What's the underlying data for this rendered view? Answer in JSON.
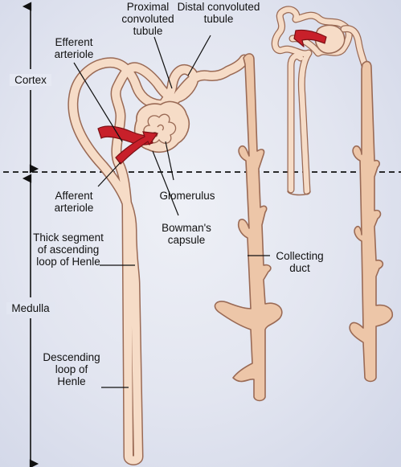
{
  "regions": {
    "cortex": "Cortex",
    "medulla": "Medulla"
  },
  "labels": {
    "proximal_tubule": [
      "Proximal",
      "convoluted",
      "tubule"
    ],
    "distal_tubule": [
      "Distal convoluted",
      "tubule"
    ],
    "efferent_arteriole": [
      "Efferent",
      "arteriole"
    ],
    "afferent_arteriole": [
      "Afferent",
      "arteriole"
    ],
    "glomerulus": [
      "Glomerulus"
    ],
    "bowmans_capsule": [
      "Bowman's",
      "capsule"
    ],
    "thick_ascending_loop": [
      "Thick segment",
      "of ascending",
      "loop of Henle"
    ],
    "collecting_duct": [
      "Collecting",
      "duct"
    ],
    "descending_loop": [
      "Descending",
      "loop of",
      "Henle"
    ]
  },
  "colors": {
    "background": "#d7dcec",
    "background_glow": "#eef0f6",
    "tubule_fill": "#f6dcc7",
    "duct_fill": "#edc6a8",
    "outline": "#9a6a55",
    "vessel": "#c8202a",
    "vessel_outline": "#7a1015",
    "line": "#111111"
  }
}
